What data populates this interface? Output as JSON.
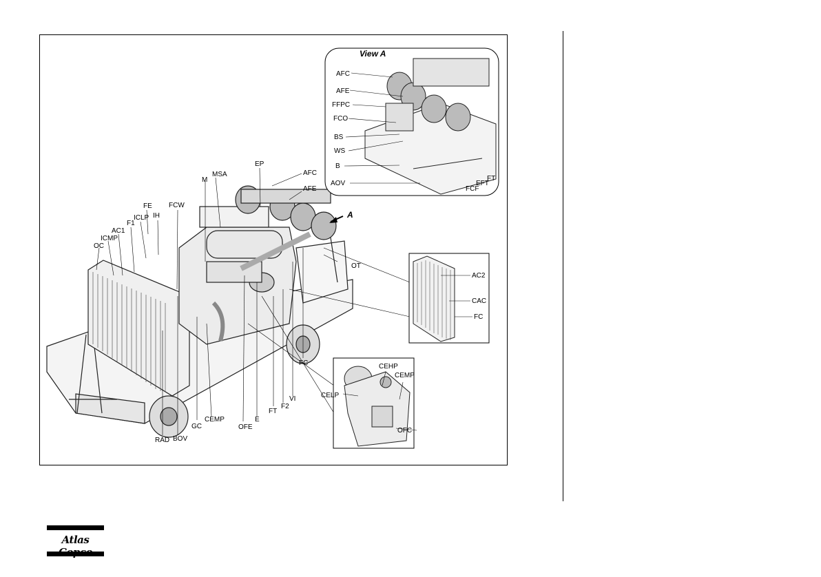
{
  "brand": {
    "logo_text": "Atlas Copco"
  },
  "view_a": {
    "title": "View A",
    "arrow_label": "A"
  },
  "labels": {
    "oc": "OC",
    "ic_mp": "ICMP",
    "ac1": "AC1",
    "f1": "F1",
    "ic_lp": "ICLP",
    "fe": "FE",
    "ih": "IH",
    "fcw": "FCW",
    "m": "M",
    "m_sa": "MSA",
    "ep": "EP",
    "af_c": "AFC",
    "af_e": "AFE",
    "ot": "OT",
    "rad": "RAD",
    "bov": "BOV",
    "gc": "GC",
    "ce_mp": "CEMP",
    "of_e": "OFE",
    "e": "E",
    "ft": "FT",
    "f2": "F2",
    "vi": "VI",
    "fc": "FC"
  },
  "view_a_labels": {
    "af_c": "AFC",
    "af_e": "AFE",
    "ff_pc": "FFPC",
    "fco": "FCO",
    "bs": "BS",
    "ws": "WS",
    "b": "B",
    "aov": "AOV",
    "ft": "FT",
    "eft": "EFT",
    "fcf": "FCF"
  },
  "cooler_labels": {
    "ac2": "AC2",
    "cac": "CAC",
    "fc": "FC"
  },
  "compressor_labels": {
    "ce_hp": "CEHP",
    "ce_mp": "CEMP",
    "ce_lp": "CELP",
    "of_c": "OFC"
  }
}
